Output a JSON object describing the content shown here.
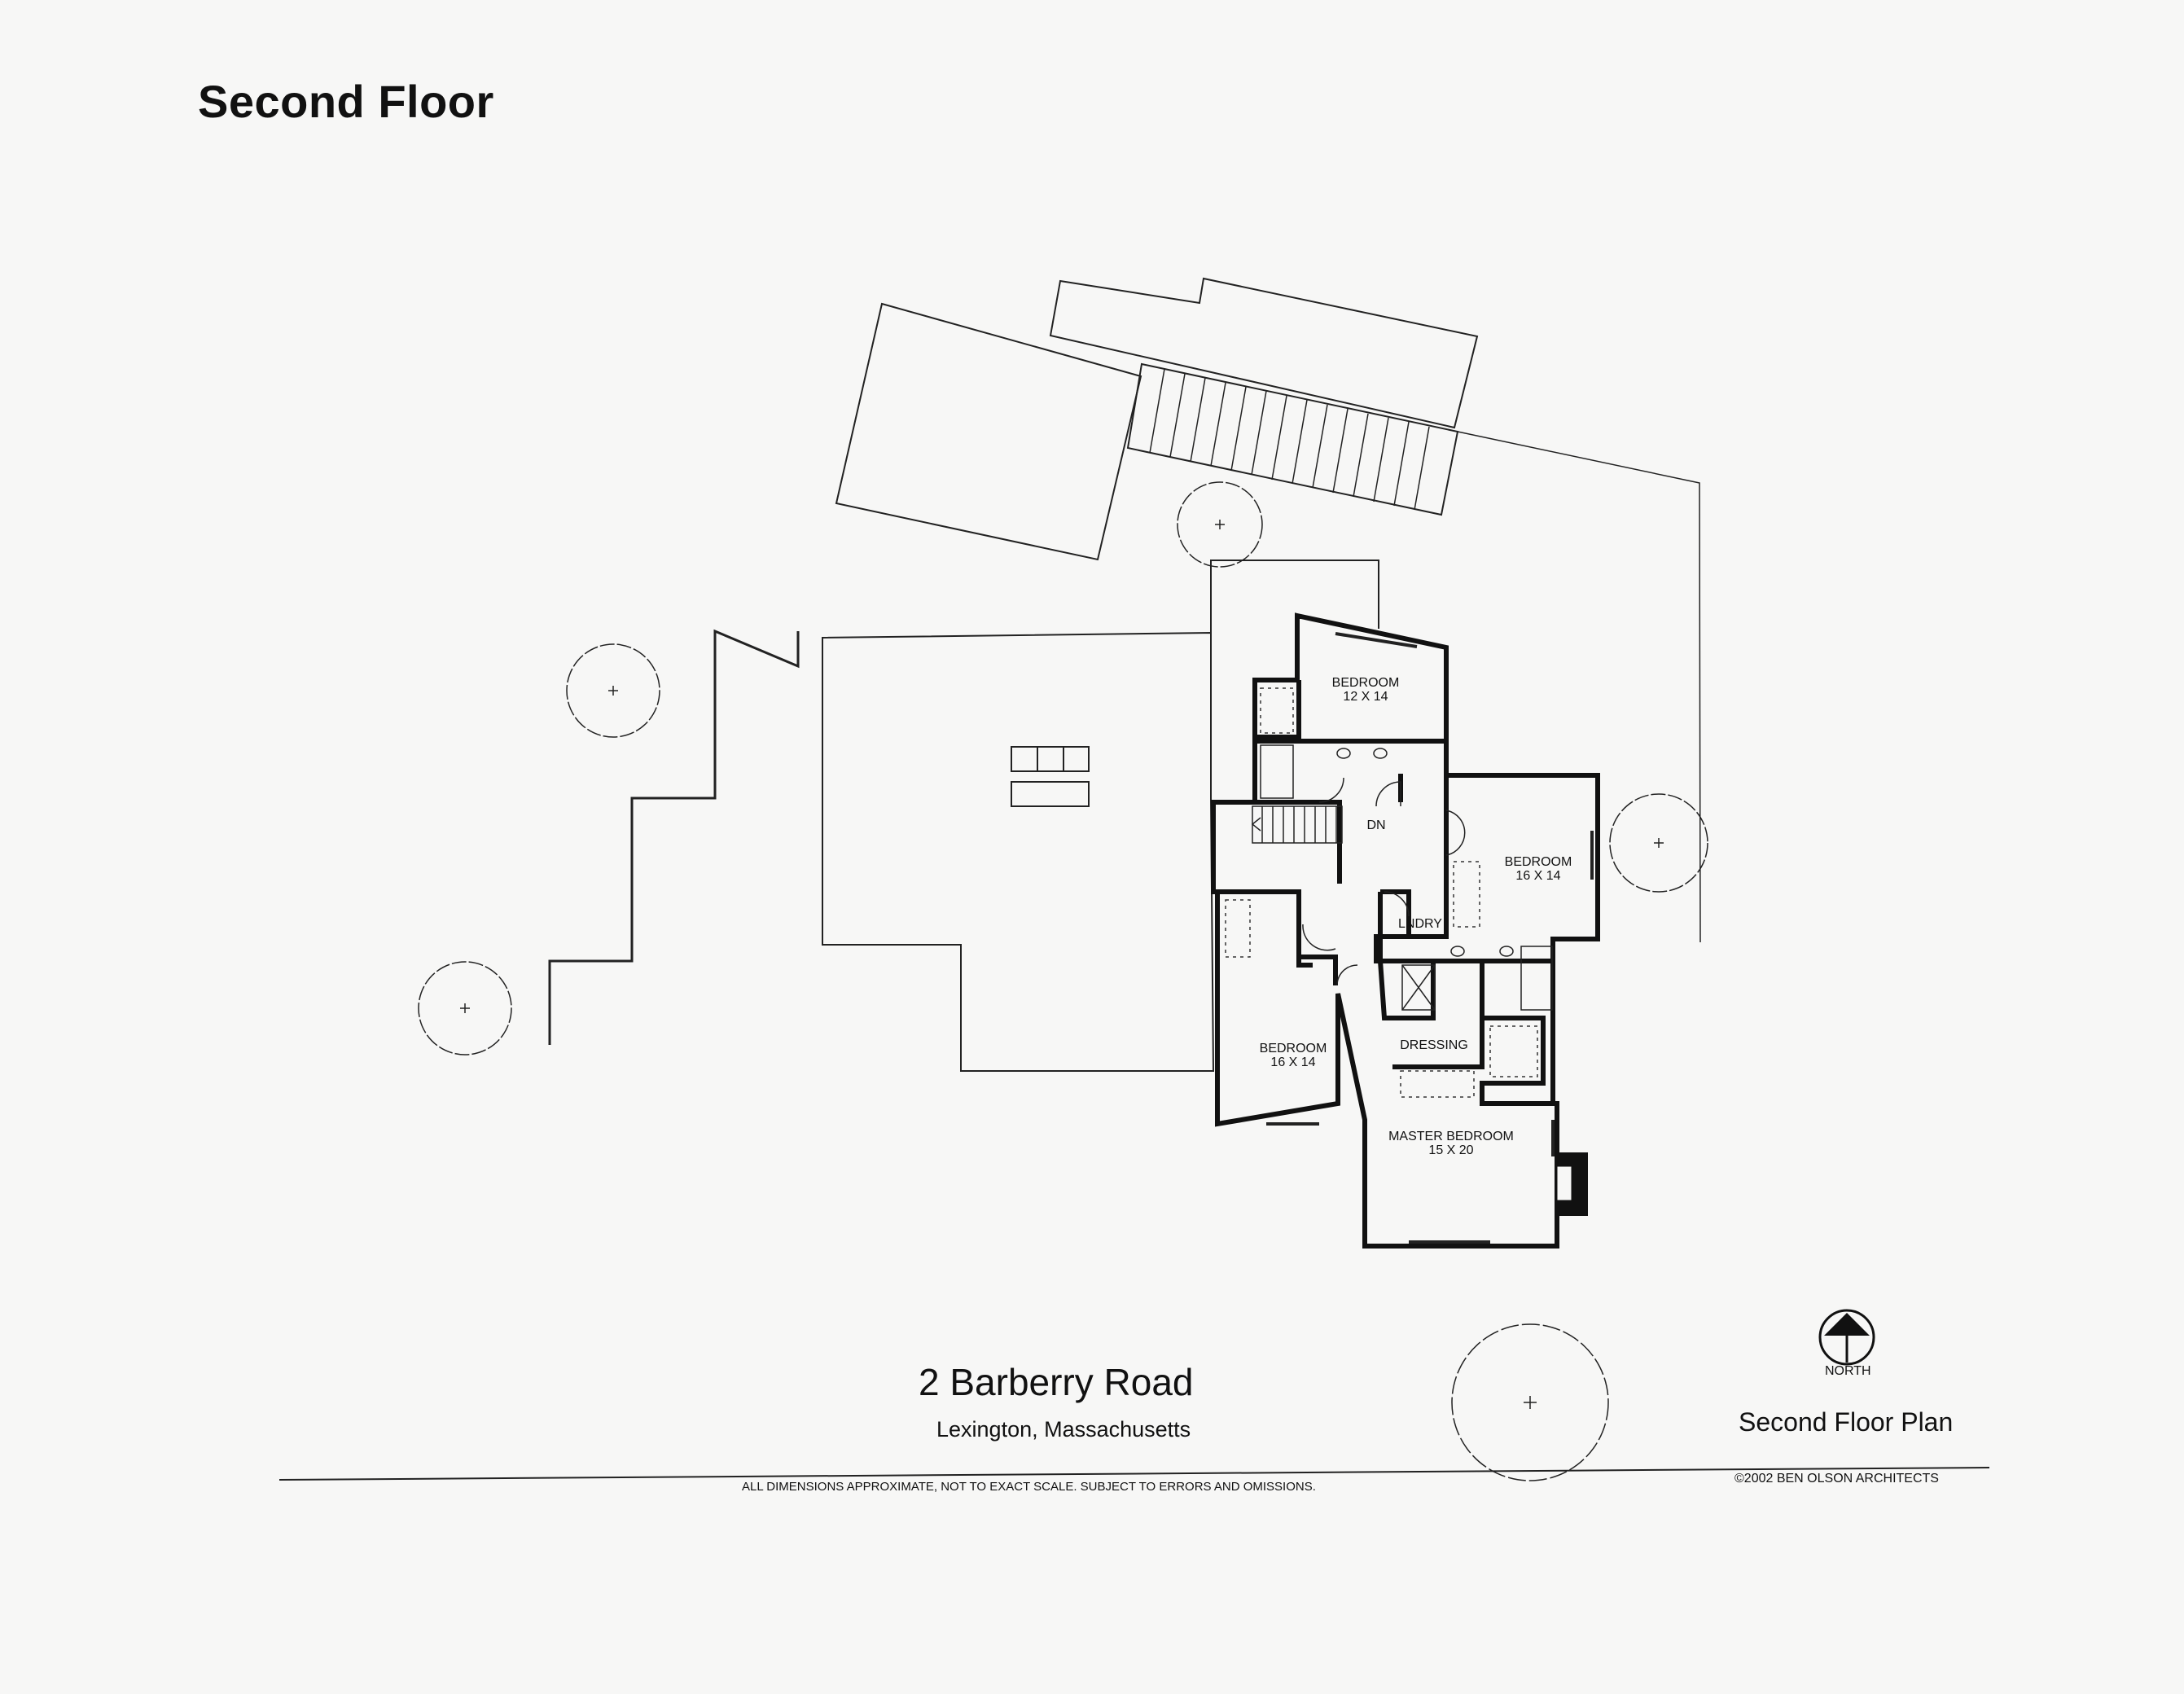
{
  "heading": "Second Floor",
  "rooms": {
    "bedroom_1_name": "BEDROOM",
    "bedroom_1_size": "12  X  14",
    "bedroom_2_name": "BEDROOM",
    "bedroom_2_size": "16  X  14",
    "bedroom_3_name": "BEDROOM",
    "bedroom_3_size": "16 X 14",
    "master_name": "MASTER BEDROOM",
    "master_size": "15 X 20",
    "laundry": "LNDRY",
    "dressing": "DRESSING",
    "stairs_down": "DN"
  },
  "title_block": {
    "address": "2 Barberry Road",
    "city": "Lexington,  Massachusetts",
    "north_label": "NORTH",
    "plan_title": "Second Floor Plan",
    "disclaimer": "ALL DIMENSIONS APPROXIMATE, NOT TO EXACT SCALE.  SUBJECT TO ERRORS AND OMISSIONS.",
    "copyright": "©2002  BEN  OLSON ARCHITECTS"
  },
  "icons": [
    "tree-icon",
    "north-arrow-icon",
    "fireplace-icon",
    "stair-icon"
  ]
}
